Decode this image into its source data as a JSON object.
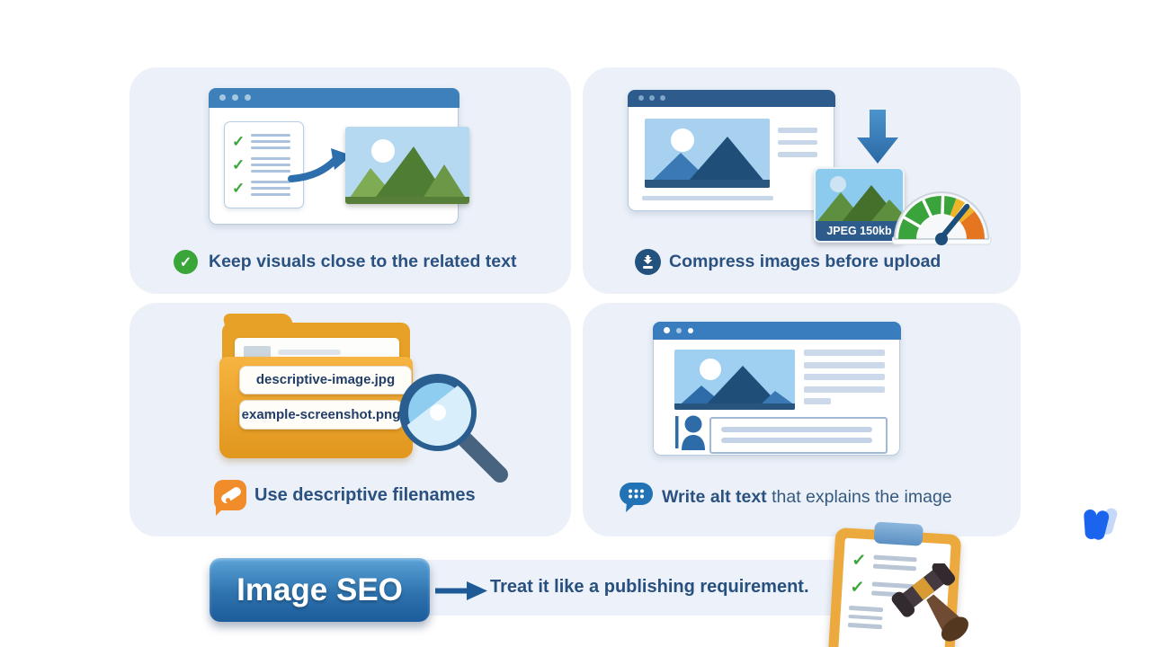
{
  "icons": {
    "check": "✓"
  },
  "cards": {
    "keep_visuals": {
      "caption": "Keep visuals close to the related text"
    },
    "compress": {
      "caption": "Compress images before upload",
      "badge": "JPEG 150kb"
    },
    "filenames": {
      "caption": "Use descriptive filenames",
      "files": [
        "descriptive-image.jpg",
        "example-screenshot.png"
      ]
    },
    "alt_text": {
      "caption_bold": "Write alt text",
      "caption_rest": " that explains the image"
    }
  },
  "banner": {
    "button_label": "Image SEO",
    "message": "Treat it like a publishing requirement."
  },
  "colors": {
    "card_bg": "#ecf1f9",
    "navy_text": "#2a5180",
    "green": "#3aa63a",
    "header_blue": "#3e81ba",
    "dark_header": "#2d5c8c",
    "mid_header": "#3a7dbf",
    "folder_orange": "#f0a52e",
    "gauge_green": "#3aa33c",
    "gauge_orange": "#e5761f",
    "button_blue": "#1c5c9c",
    "logo_blue": "#1b64ee"
  }
}
